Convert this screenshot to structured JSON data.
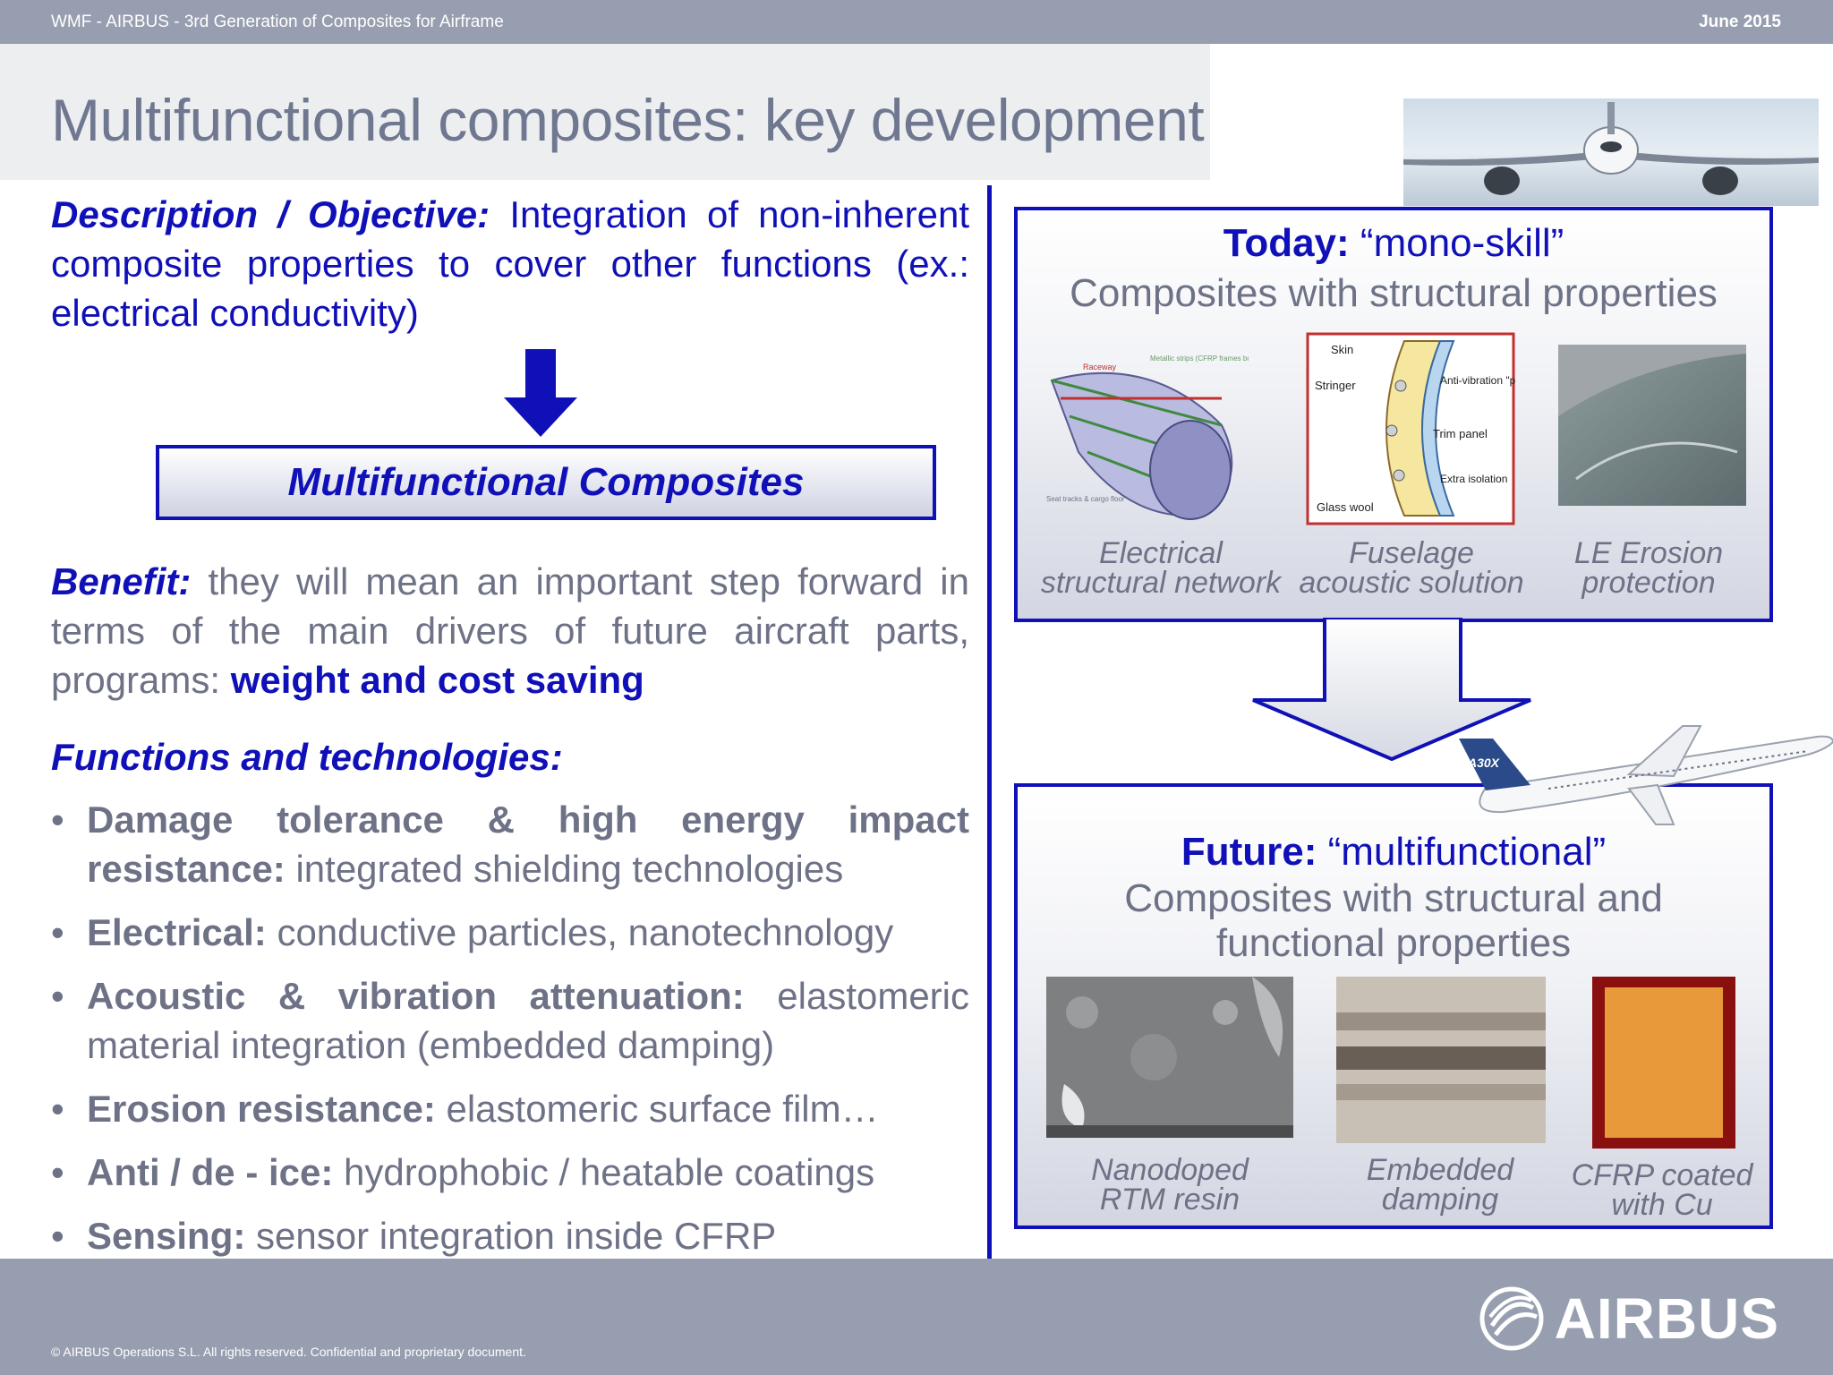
{
  "header": {
    "left": "WMF - AIRBUS - 3rd Generation of Composites for Airframe",
    "right": "June 2015"
  },
  "title": "Multifunctional composites: key development",
  "description": {
    "label": "Description / Objective:",
    "text_1": "Integration of non-inherent composite properties to cover other  functions (ex.: electrical conductivity)"
  },
  "mc_box": "Multifunctional Composites",
  "benefit": {
    "label": "Benefit:",
    "text": "they will mean an important step forward in terms of the main drivers of future aircraft parts, programs:",
    "highlight": "weight and cost saving"
  },
  "functions": {
    "heading": "Functions and technologies:",
    "items": [
      {
        "term": "Damage tolerance & high energy impact resistance:",
        "desc": "integrated shielding technologies"
      },
      {
        "term": "Electrical:",
        "desc": "conductive particles, nanotechnology"
      },
      {
        "term": "Acoustic & vibration attenuation:",
        "desc": "elastomeric material integration (embedded damping)"
      },
      {
        "term": "Erosion resistance:",
        "desc": "elastomeric surface film…"
      },
      {
        "term": "Anti / de - ice:",
        "desc": "hydrophobic / heatable coatings"
      },
      {
        "term": "Sensing:",
        "desc": "sensor integration inside CFRP"
      }
    ]
  },
  "today": {
    "label": "Today:",
    "quote": "“mono-skill”",
    "subtitle": "Composites with structural properties",
    "images": [
      {
        "caption_1": "Electrical",
        "caption_2": "structural network"
      },
      {
        "caption_1": "Fuselage",
        "caption_2": "acoustic solution"
      },
      {
        "caption_1": "LE Erosion",
        "caption_2": "protection"
      }
    ],
    "diagram_labels": {
      "raceway": "Raceway",
      "metallic": "Metallic strips (CFRP frames bonding)",
      "seat": "Seat tracks & cargo floor",
      "skin": "Skin",
      "stringer": "Stringer",
      "anti_vib": "Anti-vibration \"plot\"",
      "trim": "Trim panel",
      "extra": "Extra isolation",
      "glass": "Glass wool"
    }
  },
  "future": {
    "label": "Future:",
    "quote": "“multifunctional”",
    "subtitle_1": "Composites with structural and",
    "subtitle_2": "functional properties",
    "images": [
      {
        "caption_1": "Nanodoped",
        "caption_2": "RTM resin"
      },
      {
        "caption_1": "Embedded",
        "caption_2": "damping"
      },
      {
        "caption_1": "CFRP coated",
        "caption_2": "with Cu"
      }
    ]
  },
  "plane_tail_text": "A30X",
  "footer": {
    "copyright": "© AIRBUS Operations S.L. All rights reserved. Confidential and proprietary document.",
    "logo_text": "AIRBUS"
  },
  "colors": {
    "accent_blue": "#1010b8",
    "bar_gray": "#979eb0",
    "text_gray": "#6e7286",
    "title_gray": "#6f7890"
  }
}
